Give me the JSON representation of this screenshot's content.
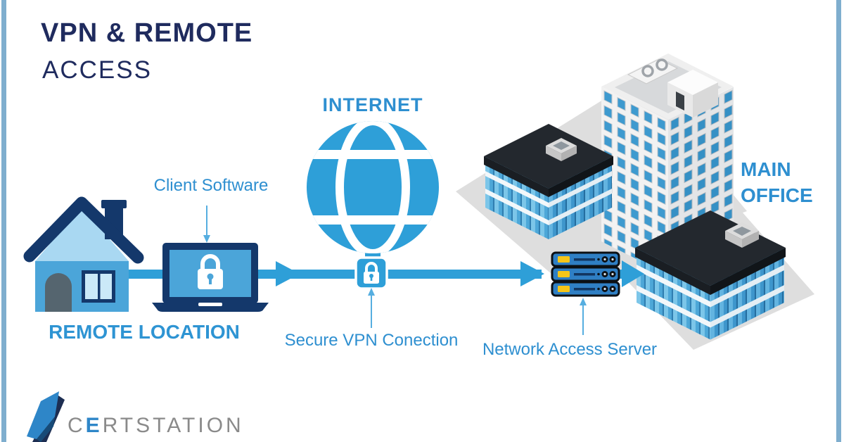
{
  "title": {
    "line1": "VPN & REMOTE",
    "line2": "ACCESS"
  },
  "labels": {
    "internet": "INTERNET",
    "client_software": "Client Software",
    "remote_location": "REMOTE LOCATION",
    "secure_vpn_connection": "Secure VPN Conection",
    "network_access_server": "Network Access Server",
    "main_office_line1": "MAIN",
    "main_office_line2": "OFFICE"
  },
  "logo": {
    "letter_c": "C",
    "letter_e": "E",
    "rest": "RTSTATION"
  },
  "icon_names": [
    "house-icon",
    "laptop-icon",
    "laptop-padlock-icon",
    "internet-globe-icon",
    "vpn-lock-icon",
    "nas-server-icon",
    "office-buildings-icon",
    "certstation-logo-icon"
  ],
  "colors": {
    "accent_blue": "#2E9FD8",
    "label_blue": "#2E8FD0",
    "title_navy": "#1F2B5E",
    "dark_navy": "#14386B",
    "house_blue": "#4BA5D9",
    "light_blue": "#A9D8F2",
    "server_blue": "#2F7FC4",
    "server_yellow": "#F5C518",
    "roof_dark": "#23282E",
    "glass_blue": "#4DA7D8",
    "tower_white": "#F2F2F2",
    "window_blue": "#3E9ACF",
    "ground_gray": "#DEDEDE",
    "edge_strip_blue": "#7FAECE",
    "logo_gray": "#8A8A8A"
  }
}
